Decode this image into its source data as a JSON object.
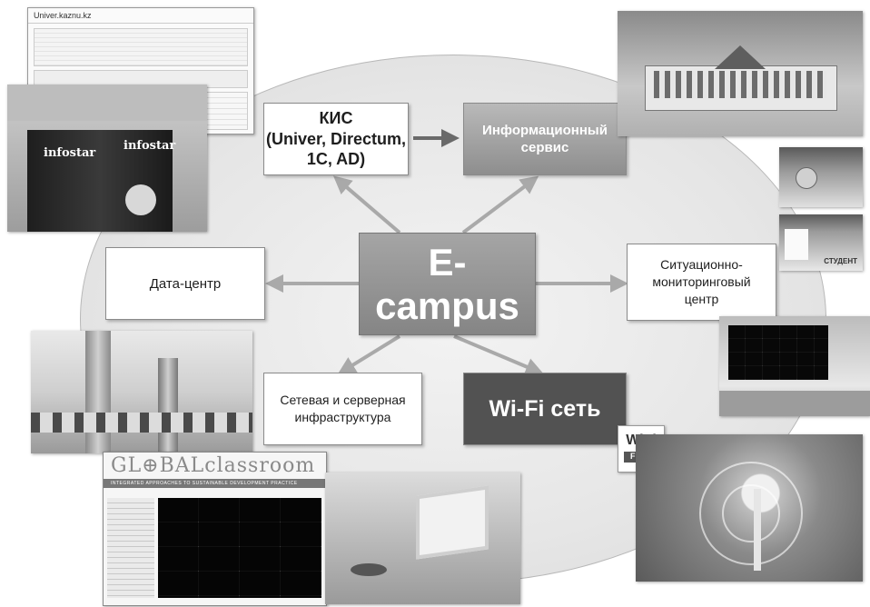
{
  "center": {
    "label": "E-campus"
  },
  "nodes": {
    "kis": "КИС\n(Univer, Directum,\n1C, AD)",
    "info_service": "Информационный\nсервис",
    "datacenter": "Дата-центр",
    "situational": "Ситуационно-\nмониторинговый\nцентр",
    "network": "Сетевая и серверная\nинфраструктура",
    "wifi": "Wi-Fi сеть"
  },
  "photos": {
    "univer_site_title": "Univer.kaznu.kz",
    "server_brand": "infostar",
    "wifi_badge_top": "WiFi",
    "wifi_badge_bottom": "FREE",
    "global_classroom_title": "GL⊕BALclassroom",
    "global_classroom_subtitle": "INTEGRATED APPROACHES TO SUSTAINABLE DEVELOPMENT PRACTICE",
    "kiosk_label": "СТУДЕНТ"
  },
  "colors": {
    "light_box": "#ffffff",
    "mid_box": "#9a9a9a",
    "dark_box": "#525252",
    "arrow": "#a9a9a9"
  }
}
